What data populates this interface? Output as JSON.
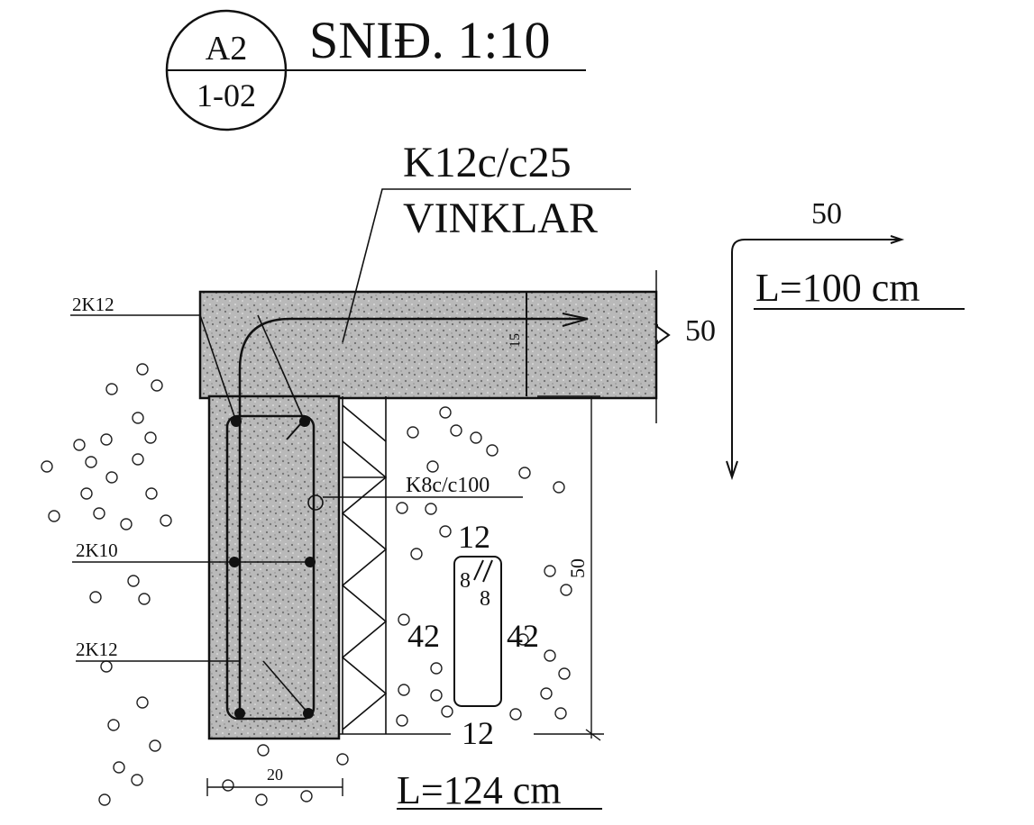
{
  "title": {
    "section_id": "A2",
    "sheet_ref": "1-02",
    "caption": "SNIÐ. 1:10"
  },
  "rebar": {
    "main_callout_line1": "K12c/c25",
    "main_callout_line2": "VINKLAR",
    "top_bars": "2K12",
    "mid_bars": "2K10",
    "bottom_bars": "2K12",
    "stirrup": "K8c/c100"
  },
  "bent_bar_shape": {
    "leg_horizontal": "50",
    "leg_vertical": "50",
    "length": "L=100 cm"
  },
  "stirrup_shape": {
    "top": "12",
    "bottom": "12",
    "left": "42",
    "right": "42",
    "hook_a": "8",
    "hook_b": "8",
    "length": "L=124 cm"
  },
  "dimensions": {
    "footing_width": "20",
    "slab_thickness": "15",
    "height": "50"
  }
}
